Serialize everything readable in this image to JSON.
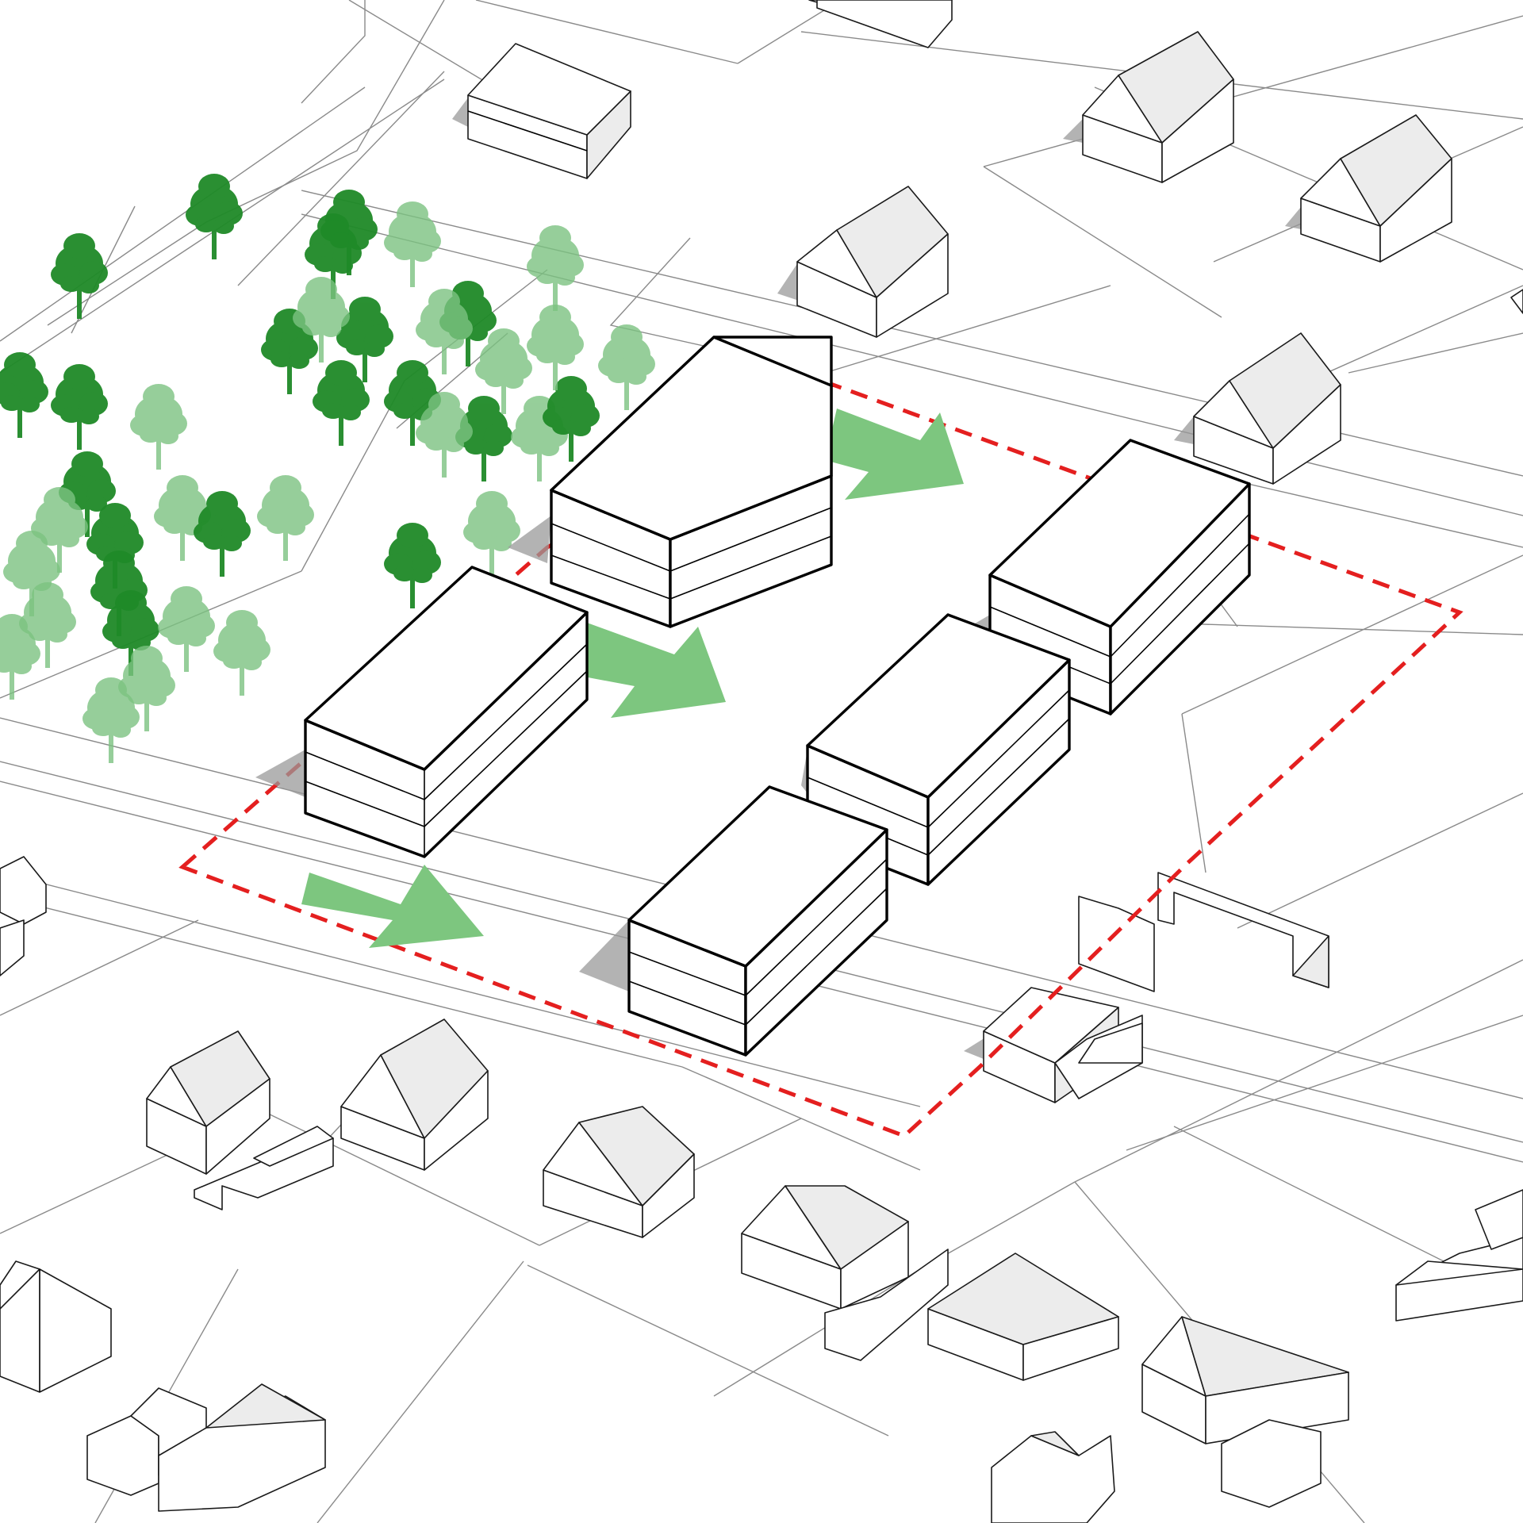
{
  "colors": {
    "background": "#ffffff",
    "site_boundary": "#e41f1f",
    "arrow_fill": "#7dc67f",
    "tree_dark": "#1f8a28",
    "tree_light": "#7cc381",
    "line": "#8a8a8a",
    "block_outline": "#000000"
  },
  "site_boundary": {
    "style": "dashed"
  },
  "proposed_blocks": [
    {
      "id": "block-north-west",
      "floors": 3
    },
    {
      "id": "block-west",
      "floors": 3
    },
    {
      "id": "block-north-east",
      "floors": 3
    },
    {
      "id": "block-east",
      "floors": 3
    },
    {
      "id": "block-south",
      "floors": 3
    }
  ],
  "flow_arrows": [
    {
      "id": "arrow-north",
      "icon": "arrow-right-icon"
    },
    {
      "id": "arrow-middle",
      "icon": "arrow-right-icon"
    },
    {
      "id": "arrow-south",
      "icon": "arrow-right-icon"
    }
  ],
  "trees": {
    "icon": "tree-icon"
  }
}
